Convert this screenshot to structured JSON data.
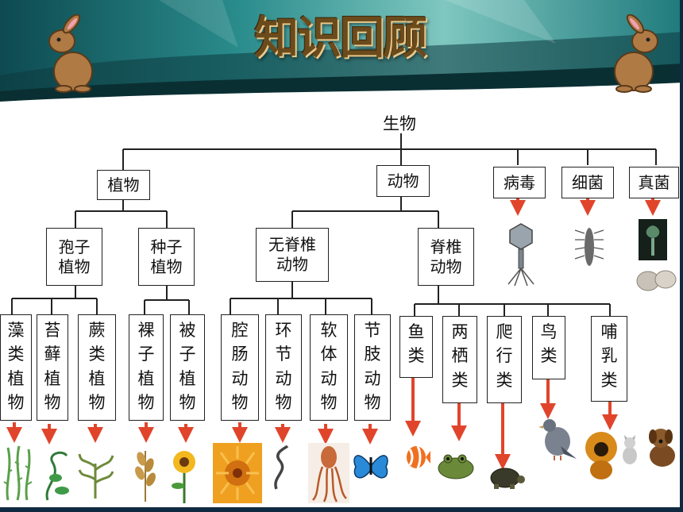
{
  "title": "知识回顾",
  "root": "生物",
  "kingdoms": {
    "plants": "植物",
    "animals": "动物",
    "virus": "病毒",
    "bacteria": "细菌",
    "fungi": "真菌"
  },
  "plant_groups": {
    "spore": "孢子\n植物",
    "seed": "种子\n植物"
  },
  "animal_groups": {
    "invertebrate": "无脊椎\n动物",
    "vertebrate": "脊椎\n动物"
  },
  "plant_classes": {
    "algae": "藻\n类\n植\n物",
    "moss": "苔\n藓\n植\n物",
    "fern": "蕨\n类\n植\n物",
    "gymnosperm": "裸\n子\n植\n物",
    "angiosperm": "被\n子\n植\n物"
  },
  "invertebrate_classes": {
    "coelenterate": "腔\n肠\n动\n物",
    "annelid": "环\n节\n动\n物",
    "mollusk": "软\n体\n动\n物",
    "arthropod": "节\n肢\n动\n物"
  },
  "vertebrate_classes": {
    "fish": "鱼\n类",
    "amphibian": "两\n栖\n类",
    "reptile": "爬\n行\n类",
    "bird": "鸟\n类",
    "mammal": "哺\n乳\n类"
  },
  "icons": [
    "rabbit-icon",
    "virus-icon",
    "bacteria-icon",
    "mushroom-icon",
    "algae-icon",
    "moss-icon",
    "fern-icon",
    "wheat-icon",
    "sunflower-icon",
    "sea-anemone-icon",
    "earthworm-icon",
    "squid-icon",
    "butterfly-icon",
    "clownfish-icon",
    "frog-icon",
    "turtle-icon",
    "pigeon-icon",
    "monkey-icon",
    "cat-icon",
    "dog-icon"
  ],
  "colors": {
    "header_teal": "#2a8c8c",
    "header_dark": "#0c3b3f",
    "title_brown": "#6b4a1c",
    "arrow_red": "#e0452b",
    "frame_navy": "#0f2a40"
  }
}
